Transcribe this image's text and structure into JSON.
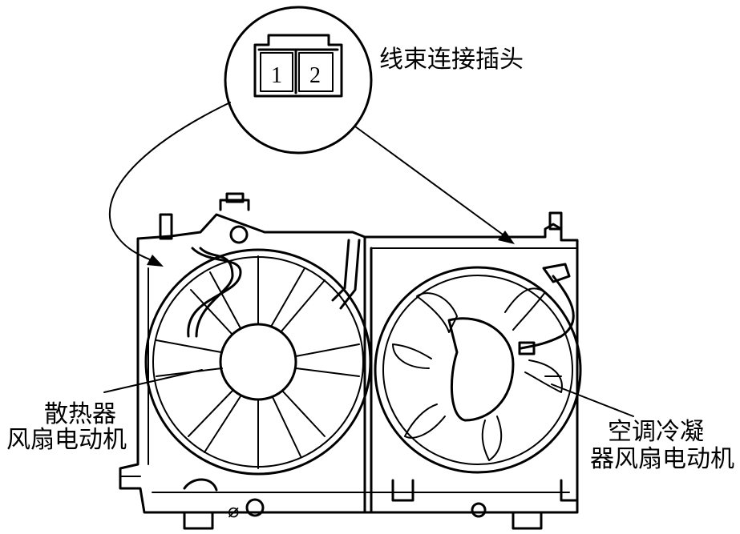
{
  "connector": {
    "pin1": "1",
    "pin2": "2",
    "label": "线束连接插头"
  },
  "radiator_fan_label": [
    "散热器",
    "风扇电动机"
  ],
  "ac_fan_label": [
    "空调冷凝",
    "器风扇电动机"
  ],
  "diameter_symbol": "⌀"
}
